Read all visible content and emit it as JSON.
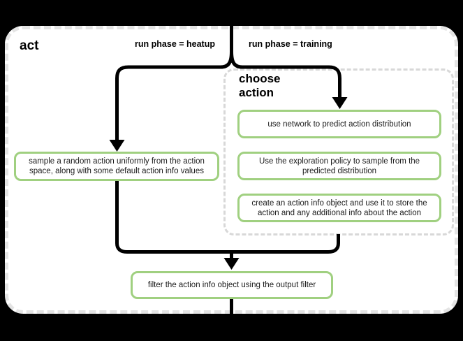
{
  "colors": {
    "background": "#000000",
    "panel": "#ffffff",
    "panel_border": "#e4e4e4",
    "group_border": "#d8d8d8",
    "node_border": "#a0d080",
    "line": "#000000",
    "text": "#1a1a1a"
  },
  "diagram": {
    "title": "act",
    "branches": {
      "left_label": "run phase = heatup",
      "right_label": "run phase = training"
    },
    "group": {
      "title": "choose action"
    },
    "nodes": {
      "sample": "sample a random action uniformly from the action space, along with some default action info values",
      "predict": "use network to predict action distribution",
      "explore": "Use the exploration policy to sample from the predicted distribution",
      "create_info": "create an action info object and use it to store the action and any additional info about the action",
      "filter": "filter the action info object using the output filter"
    }
  }
}
